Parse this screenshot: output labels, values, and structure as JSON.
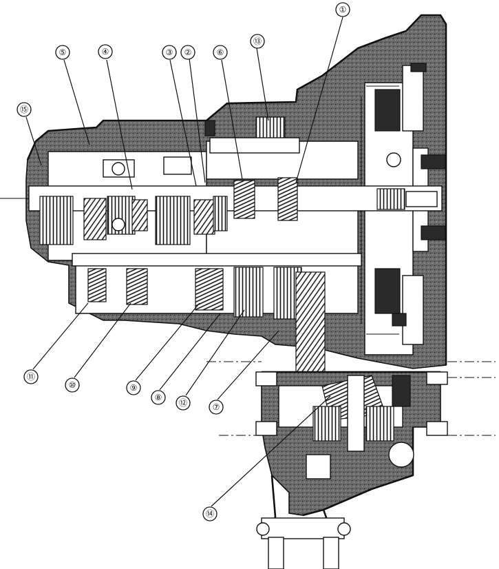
{
  "callouts": [
    {
      "id": "c1",
      "label": "①"
    },
    {
      "id": "c2",
      "label": "②"
    },
    {
      "id": "c3",
      "label": "③"
    },
    {
      "id": "c4",
      "label": "④"
    },
    {
      "id": "c5",
      "label": "⑤"
    },
    {
      "id": "c6",
      "label": "⑥"
    },
    {
      "id": "c7",
      "label": "⑦"
    },
    {
      "id": "c8",
      "label": "⑧"
    },
    {
      "id": "c9",
      "label": "⑨"
    },
    {
      "id": "c10",
      "label": "⑩"
    },
    {
      "id": "c11",
      "label": "⑪"
    },
    {
      "id": "c12",
      "label": "⑫"
    },
    {
      "id": "c13",
      "label": "⑬"
    },
    {
      "id": "c14",
      "label": "⑭"
    },
    {
      "id": "c15",
      "label": "⑮"
    }
  ]
}
